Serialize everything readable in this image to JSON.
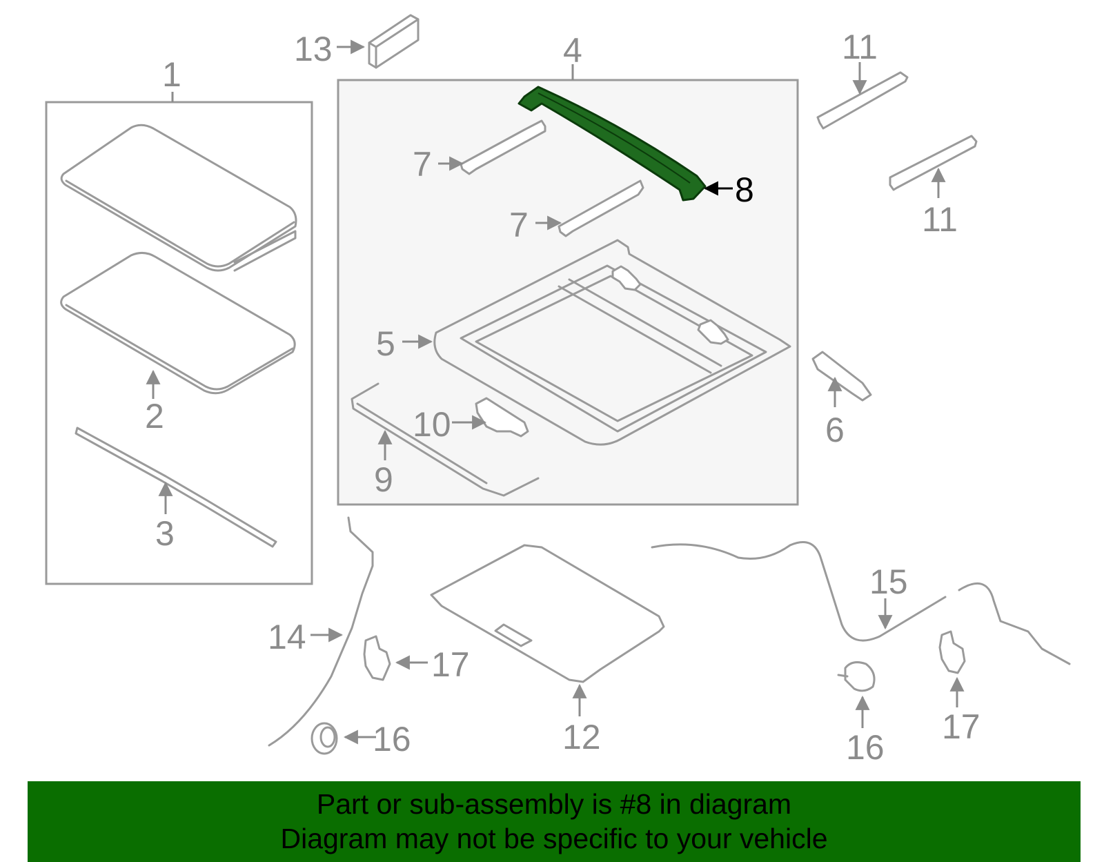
{
  "diagram": {
    "callouts": {
      "c1": "1",
      "c2": "2",
      "c3": "3",
      "c4": "4",
      "c5": "5",
      "c6": "6",
      "c7a": "7",
      "c7b": "7",
      "c8": "8",
      "c9": "9",
      "c10": "10",
      "c11a": "11",
      "c11b": "11",
      "c12": "12",
      "c13": "13",
      "c14": "14",
      "c15": "15",
      "c16a": "16",
      "c16b": "16",
      "c17a": "17",
      "c17b": "17"
    },
    "highlight_color": "#1f6b1f",
    "line_color": "#9a9a9a"
  },
  "banner": {
    "line1": "Part or sub-assembly is #8 in diagram",
    "line2": "Diagram may not be specific to your vehicle",
    "background": "#0a6e00"
  }
}
